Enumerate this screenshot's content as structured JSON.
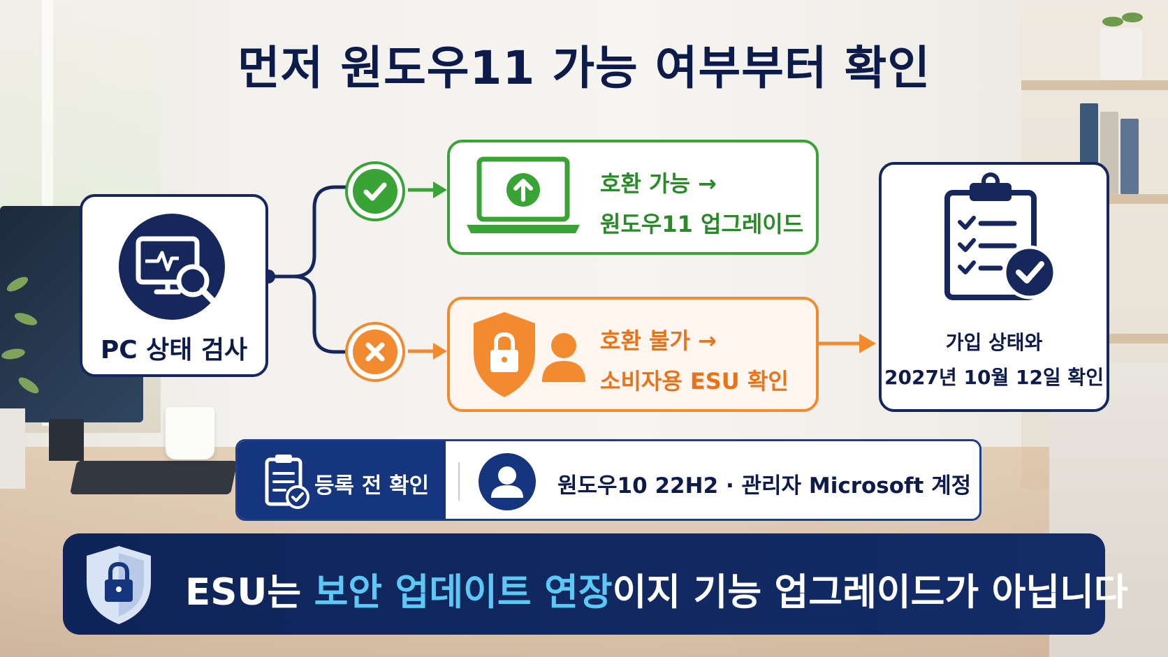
{
  "title": "먼저 원도우11 가능 여부부터 확인",
  "start_node": {
    "label": "PC 상태 검사",
    "icon": "monitor-search-icon"
  },
  "branches": {
    "compatible": {
      "status_icon": "check-icon",
      "card_icon": "laptop-upgrade-icon",
      "line1": "호환 가능 →",
      "line2": "원도우11 업그레이드",
      "color": "#3aa335"
    },
    "incompatible": {
      "status_icon": "x-icon",
      "card_icon": "shield-lock-user-icon",
      "line1": "호환 불가 →",
      "line2": "소비자용 ESU 확인",
      "color": "#f28b30"
    }
  },
  "result_node": {
    "icon": "clipboard-check-icon",
    "line1": "가입 상태와",
    "line2": "2027년 10월 12일 확인"
  },
  "pre_check": {
    "label": "등록 전 확인",
    "icon": "clipboard-check-icon",
    "user_icon": "user-icon",
    "requirements": "원도우10 22H2 · 관리자 Microsoft 계정"
  },
  "banner": {
    "icon": "shield-lock-icon",
    "part1": "ESU는 ",
    "highlight": "보안 업데이트 연장",
    "part2": "이지 기능 업그레이드가 아닙니다",
    "highlight_color": "#5cc8f5"
  }
}
